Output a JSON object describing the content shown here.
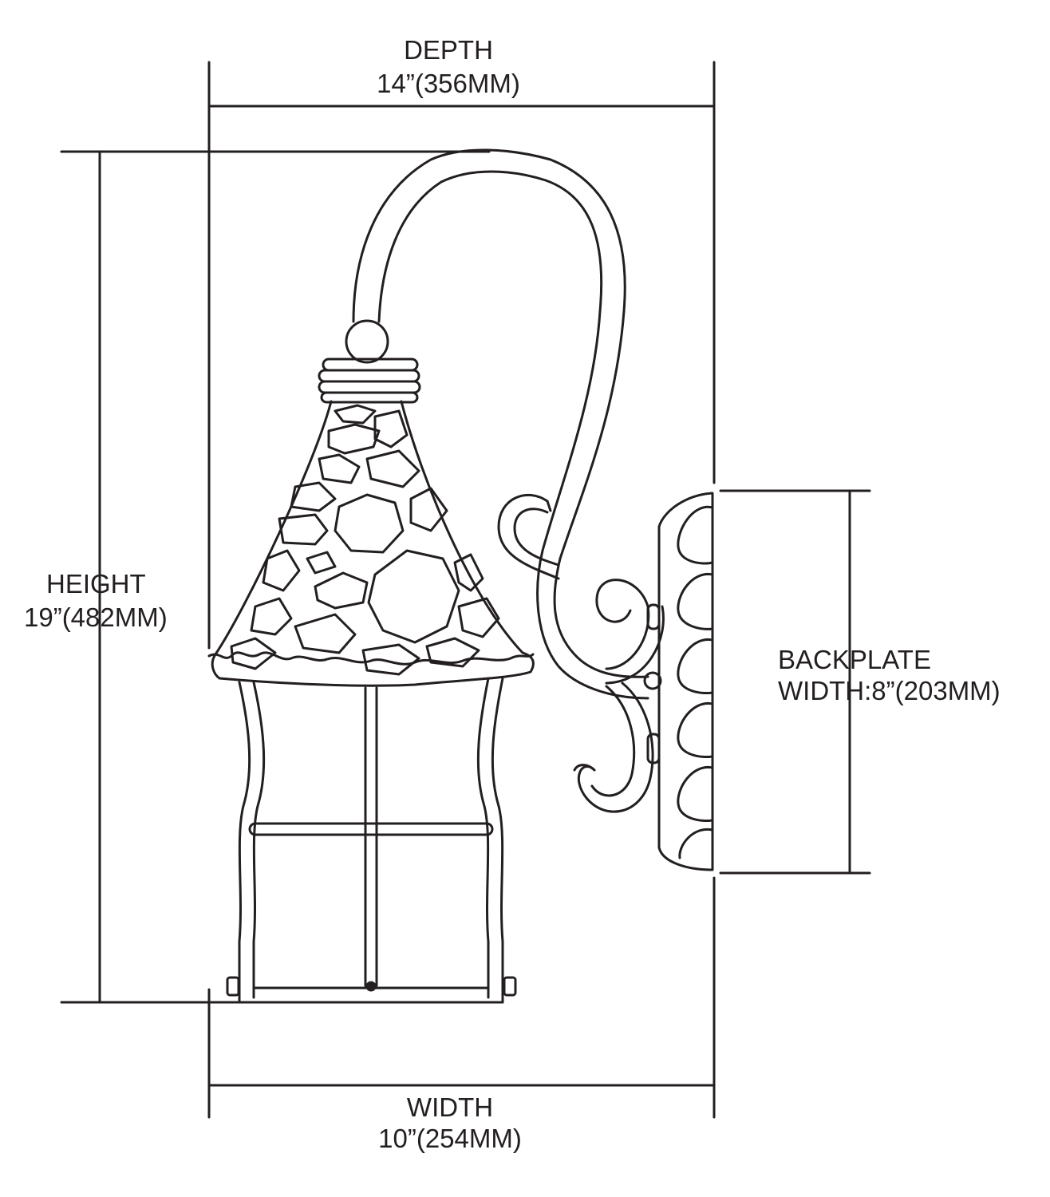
{
  "dimensions": {
    "depth": {
      "label": "DEPTH",
      "value": "14”(356MM)"
    },
    "height": {
      "label": "HEIGHT",
      "value": "19”(482MM)"
    },
    "backplate": {
      "label": "BACKPLATE",
      "value": "WIDTH:8”(203MM)"
    },
    "width": {
      "label": "WIDTH",
      "value": "10”(254MM)"
    }
  },
  "colors": {
    "ink": "#231f20",
    "background": "#ffffff"
  }
}
